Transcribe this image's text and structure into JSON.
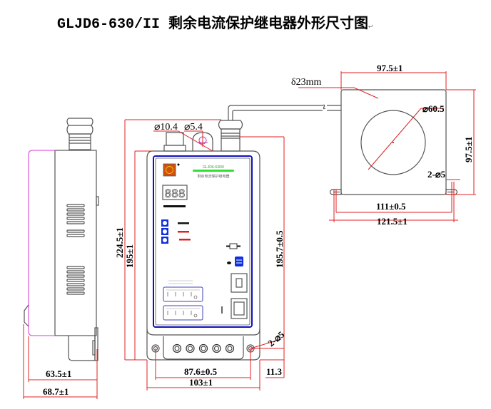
{
  "title": {
    "text": "GLJD6-630/II 剩余电流保护继电器外形尺寸图",
    "paragraph_mark": "↵"
  },
  "colors": {
    "dimension_line": "#e02020",
    "outline": "#555555",
    "panel_border": "#1010c0",
    "side_edge": "#e060e0",
    "led_green": "#30e030",
    "button_blue": "#1030e0",
    "button_red": "#d03010"
  },
  "transformer": {
    "thickness_label": "δ23mm",
    "width_top": "97.5±1",
    "height_right": "97.5±1",
    "hole_diameter": "⌀60.5",
    "mount_holes": "2-⌀5",
    "mount_center": "111±0.5",
    "base_width": "121.5±1"
  },
  "front_view": {
    "connector_diameter": "⌀10.4",
    "hole_diameter": "⌀5.4",
    "total_height": "224.5±1",
    "body_height": "195±1",
    "mount_height": "195.7±0.5",
    "mount_holes": "2-⌀5",
    "mount_center": "87.6±0.5",
    "body_width": "103±1",
    "bottom_offset": "11.3",
    "panel_model_text": "GLJD6-630/II",
    "panel_name_text": "剩余电流保护继电器",
    "display_digits": "888",
    "terminal_count": 5
  },
  "side_view": {
    "depth": "63.5±1",
    "total_depth": "68.7±1"
  }
}
